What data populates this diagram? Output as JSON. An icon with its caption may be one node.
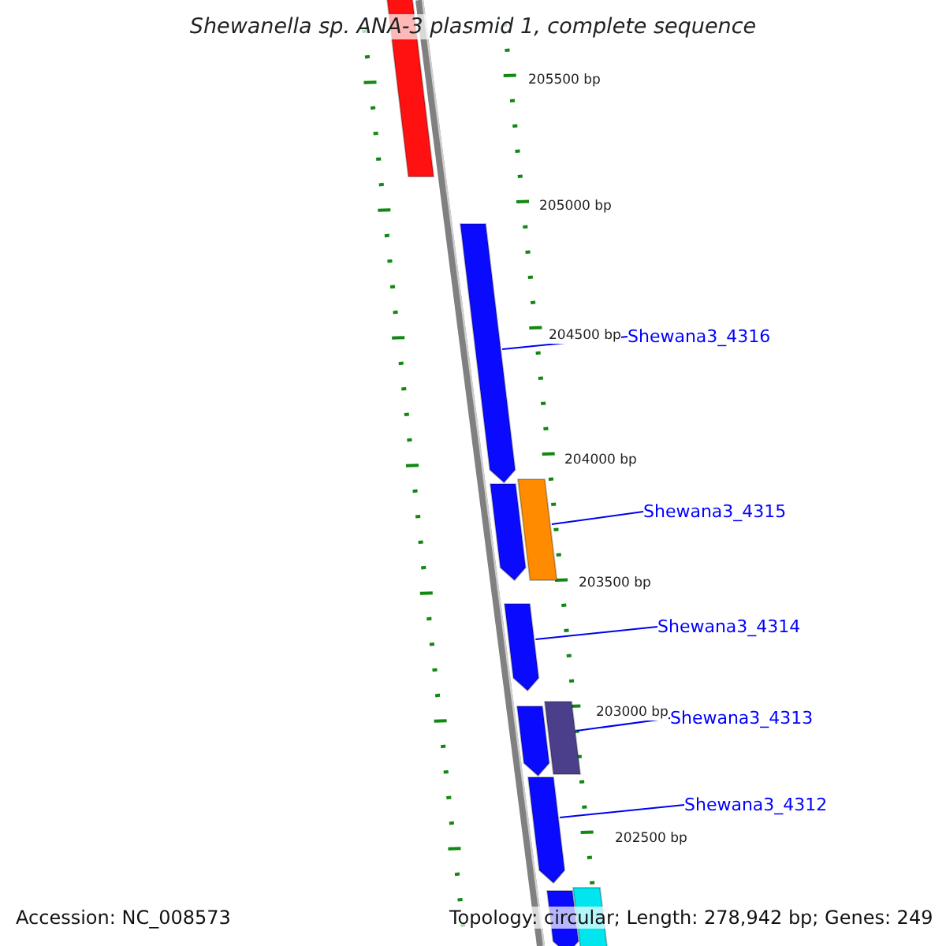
{
  "diagram": {
    "title": "Shewanella sp. ANA-3 plasmid 1, complete sequence",
    "nodes": [
      {
        "text": [],
        "shape": "bar"
      },
      {
        "text": [],
        "shape": "bar"
      },
      {
        "text": [
          "Shewana3_4316"
        ]
      },
      {
        "text": [],
        "shape": "bar"
      },
      {
        "text": [],
        "shape": "bar"
      },
      {
        "text": [
          "Shewana3_4315"
        ]
      },
      {
        "text": [],
        "shape": "bar"
      },
      {
        "text": [
          "Shewana3_4314"
        ]
      },
      {
        "text": [],
        "shape": "bar"
      },
      {
        "text": [],
        "shape": "bar"
      },
      {
        "text": [
          "Shewana3_4313"
        ]
      },
      {
        "text": [],
        "shape": "bar"
      },
      {
        "text": [
          "Shewana3_4312"
        ]
      },
      {
        "text": [],
        "shape": "bar"
      },
      {
        "text": [],
        "shape": "bar"
      }
    ],
    "edges": [
      {
        "from": 2,
        "to": 1,
        "arrow": "none"
      },
      {
        "from": 5,
        "to": 4,
        "arrow": "none"
      },
      {
        "from": 7,
        "to": 6,
        "arrow": "none"
      },
      {
        "from": 10,
        "to": 9,
        "arrow": "none"
      },
      {
        "from": 12,
        "to": 11,
        "arrow": "none"
      }
    ],
    "labels": [
      "205500 bp",
      "205000 bp",
      "204500 bp",
      "204000 bp",
      "203500 bp",
      "203000 bp",
      "202500 bp",
      "Accession: NC_008573",
      "Topology: circular; Length: 278,942 bp; Genes: 249"
    ]
  }
}
